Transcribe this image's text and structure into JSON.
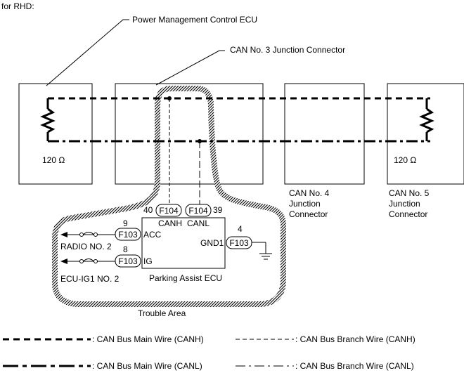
{
  "caption": "for RHD:",
  "callouts": {
    "power_ecu": "Power Management Control ECU",
    "jc3": "CAN No. 3 Junction Connector"
  },
  "resistor_labels": {
    "left": "120 Ω",
    "right": "120 Ω"
  },
  "jc4": [
    "CAN No. 4",
    "Junction",
    "Connector"
  ],
  "jc5": [
    "CAN No. 5",
    "Junction",
    "Connector"
  ],
  "parking_ecu": {
    "title": "Parking Assist ECU",
    "canh_pin": "40",
    "canh_conn": "F104",
    "canh_label": "CANH",
    "canl_conn": "F104",
    "canl_pin": "39",
    "canl_label": "CANL",
    "acc_pin": "9",
    "acc_conn": "F103",
    "acc_label": "ACC",
    "acc_source": "RADIO NO. 2",
    "ig_pin": "8",
    "ig_conn": "F103",
    "ig_label": "IG",
    "ig_source": "ECU-IG1 NO. 2",
    "gnd_pin": "4",
    "gnd_label": "GND1",
    "gnd_conn": "F103"
  },
  "trouble_area": "Trouble Area",
  "legend": {
    "main_canh": ": CAN Bus Main Wire (CANH)",
    "branch_canh": ": CAN Bus Branch Wire (CANH)",
    "main_canl": ": CAN Bus Main Wire (CANL)",
    "branch_canl": ": CAN Bus Branch Wire (CANL)"
  }
}
